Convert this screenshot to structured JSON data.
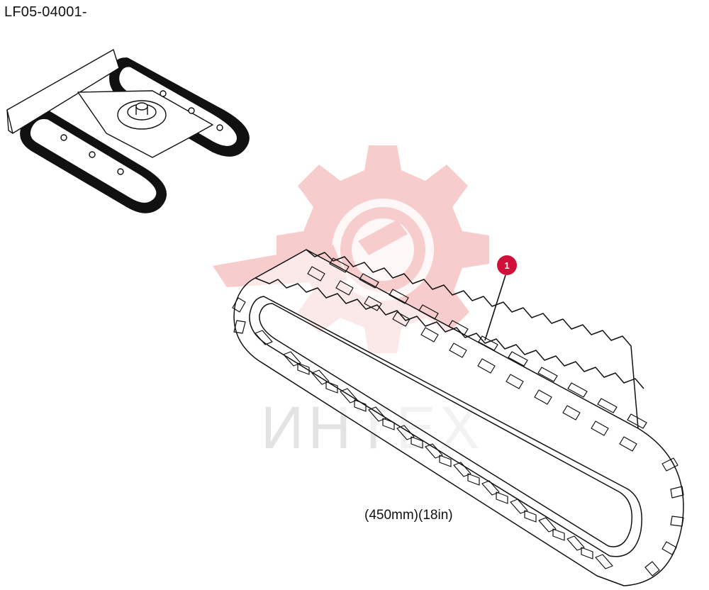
{
  "header": {
    "part_code": "LF05-04001-"
  },
  "watermark": {
    "text": "ИНТЕХ"
  },
  "callouts": [
    {
      "number": "1"
    }
  ],
  "dimension_label": "(450mm)(18in)",
  "colors": {
    "callout_fill": "#d0103a",
    "watermark_gear": "#f6c7c7",
    "watermark_text": "#e3e3e3",
    "line_art": "#111111"
  },
  "icons": {
    "undercarriage": "excavator-undercarriage-icon",
    "track": "rubber-track-icon",
    "watermark": "gear-logo-icon"
  }
}
